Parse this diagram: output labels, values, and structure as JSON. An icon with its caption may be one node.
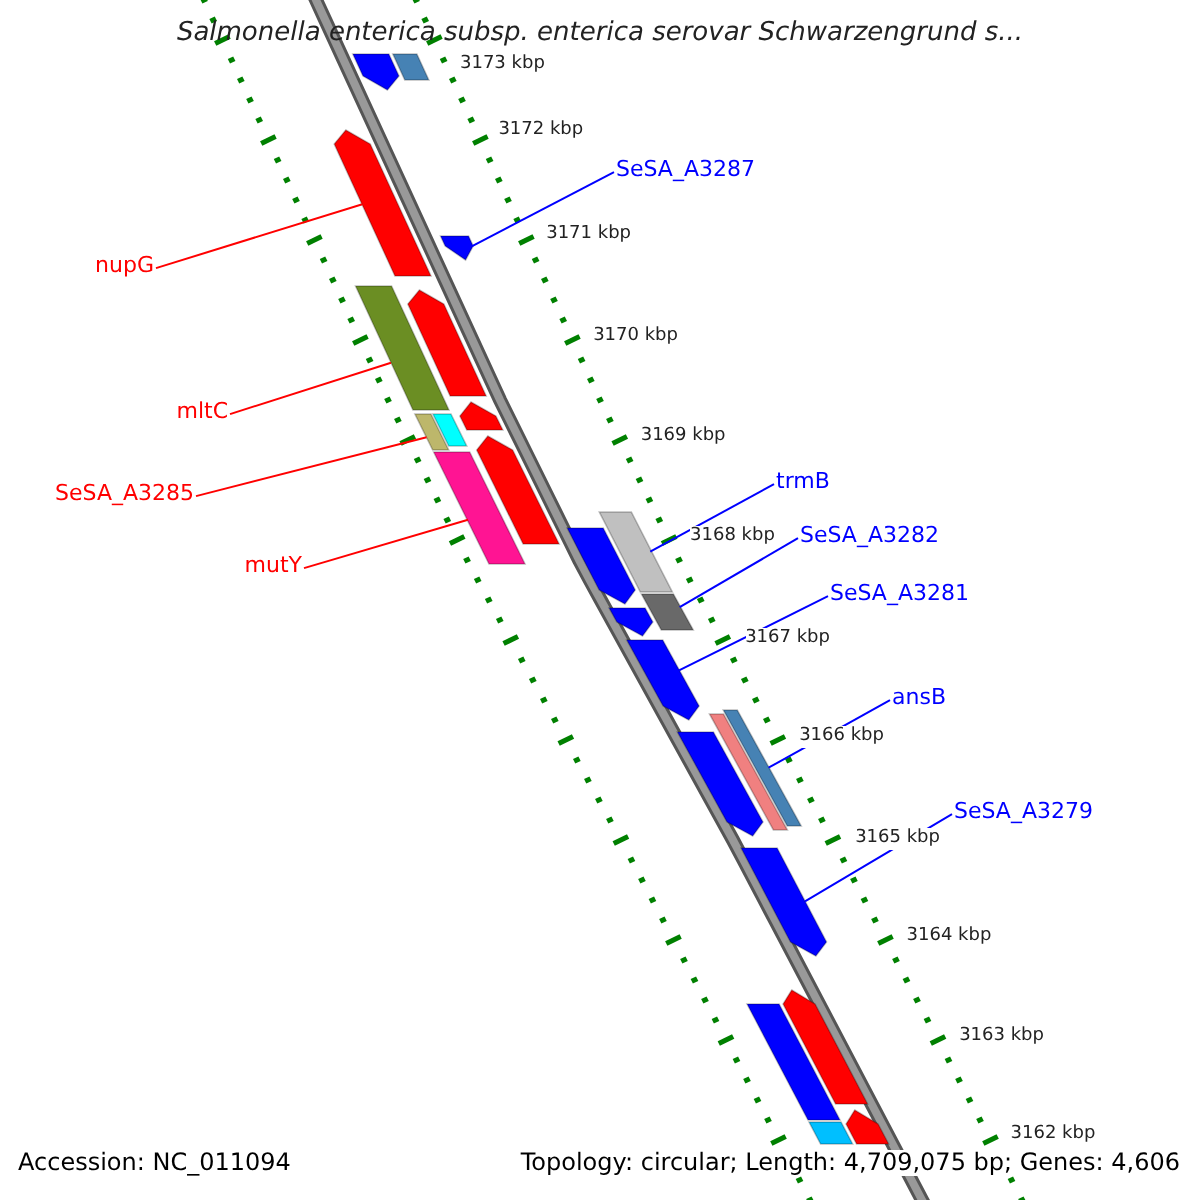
{
  "diagram": {
    "title": "Salmonella enterica subsp. enterica serovar Schwarzengrund s...",
    "nodes": [
      {
        "text": [],
        "shape": "arrow"
      },
      {
        "text": [],
        "shape": "bar"
      },
      {
        "text": [],
        "shape": "arrow"
      },
      {
        "text": [
          "SeSA_A3287"
        ]
      },
      {
        "text": [],
        "shape": "arrow"
      },
      {
        "text": [
          "nupG"
        ]
      },
      {
        "text": [],
        "shape": "bar"
      },
      {
        "text": [],
        "shape": "arrow"
      },
      {
        "text": [
          "mltC"
        ]
      },
      {
        "text": [],
        "shape": "arrow"
      },
      {
        "text": [],
        "shape": "bar"
      },
      {
        "text": [],
        "shape": "bar"
      },
      {
        "text": [],
        "shape": "arrow"
      },
      {
        "text": [],
        "shape": "bar"
      },
      {
        "text": [
          "SeSA_A3285"
        ]
      },
      {
        "text": [
          "trmB"
        ]
      },
      {
        "text": [],
        "shape": "bar"
      },
      {
        "text": [],
        "shape": "arrow"
      },
      {
        "text": [
          "mutY"
        ]
      },
      {
        "text": [
          "SeSA_A3282"
        ]
      },
      {
        "text": [],
        "shape": "bar"
      },
      {
        "text": [],
        "shape": "arrow"
      },
      {
        "text": [
          "SeSA_A3281"
        ]
      },
      {
        "text": [],
        "shape": "arrow"
      },
      {
        "text": [
          "ansB"
        ]
      },
      {
        "text": [],
        "shape": "bar"
      },
      {
        "text": [],
        "shape": "bar"
      },
      {
        "text": [],
        "shape": "arrow"
      },
      {
        "text": [
          "SeSA_A3279"
        ]
      },
      {
        "text": [],
        "shape": "arrow"
      },
      {
        "text": [],
        "shape": "arrow"
      },
      {
        "text": [],
        "shape": "bar"
      },
      {
        "text": [],
        "shape": "arrow"
      },
      {
        "text": [],
        "shape": "bar"
      }
    ],
    "edges": [
      {
        "from": 3,
        "to": 4,
        "arrow": "none",
        "color": "#0000ff"
      },
      {
        "from": 5,
        "to": 2,
        "arrow": "none",
        "color": "#ff0000"
      },
      {
        "from": 8,
        "to": 6,
        "arrow": "none",
        "color": "#ff0000"
      },
      {
        "from": 14,
        "to": 10,
        "arrow": "none",
        "color": "#ff0000"
      },
      {
        "from": 18,
        "to": 13,
        "arrow": "none",
        "color": "#ff0000"
      },
      {
        "from": 15,
        "to": 16,
        "arrow": "none",
        "color": "#0000ff"
      },
      {
        "from": 19,
        "to": 20,
        "arrow": "none",
        "color": "#0000ff"
      },
      {
        "from": 22,
        "to": 23,
        "arrow": "none",
        "color": "#0000ff"
      },
      {
        "from": 24,
        "to": 25,
        "arrow": "none",
        "color": "#0000ff"
      },
      {
        "from": 28,
        "to": 29,
        "arrow": "none",
        "color": "#0000ff"
      }
    ],
    "labels": [
      "3173 kbp",
      "3172 kbp",
      "3171 kbp",
      "3170 kbp",
      "3169 kbp",
      "3168 kbp",
      "3167 kbp",
      "3166 kbp",
      "3165 kbp",
      "3164 kbp",
      "3163 kbp",
      "3162 kbp",
      "Accession: NC_011094",
      "Topology: circular; Length: 4,709,075 bp; Genes: 4,606"
    ]
  }
}
